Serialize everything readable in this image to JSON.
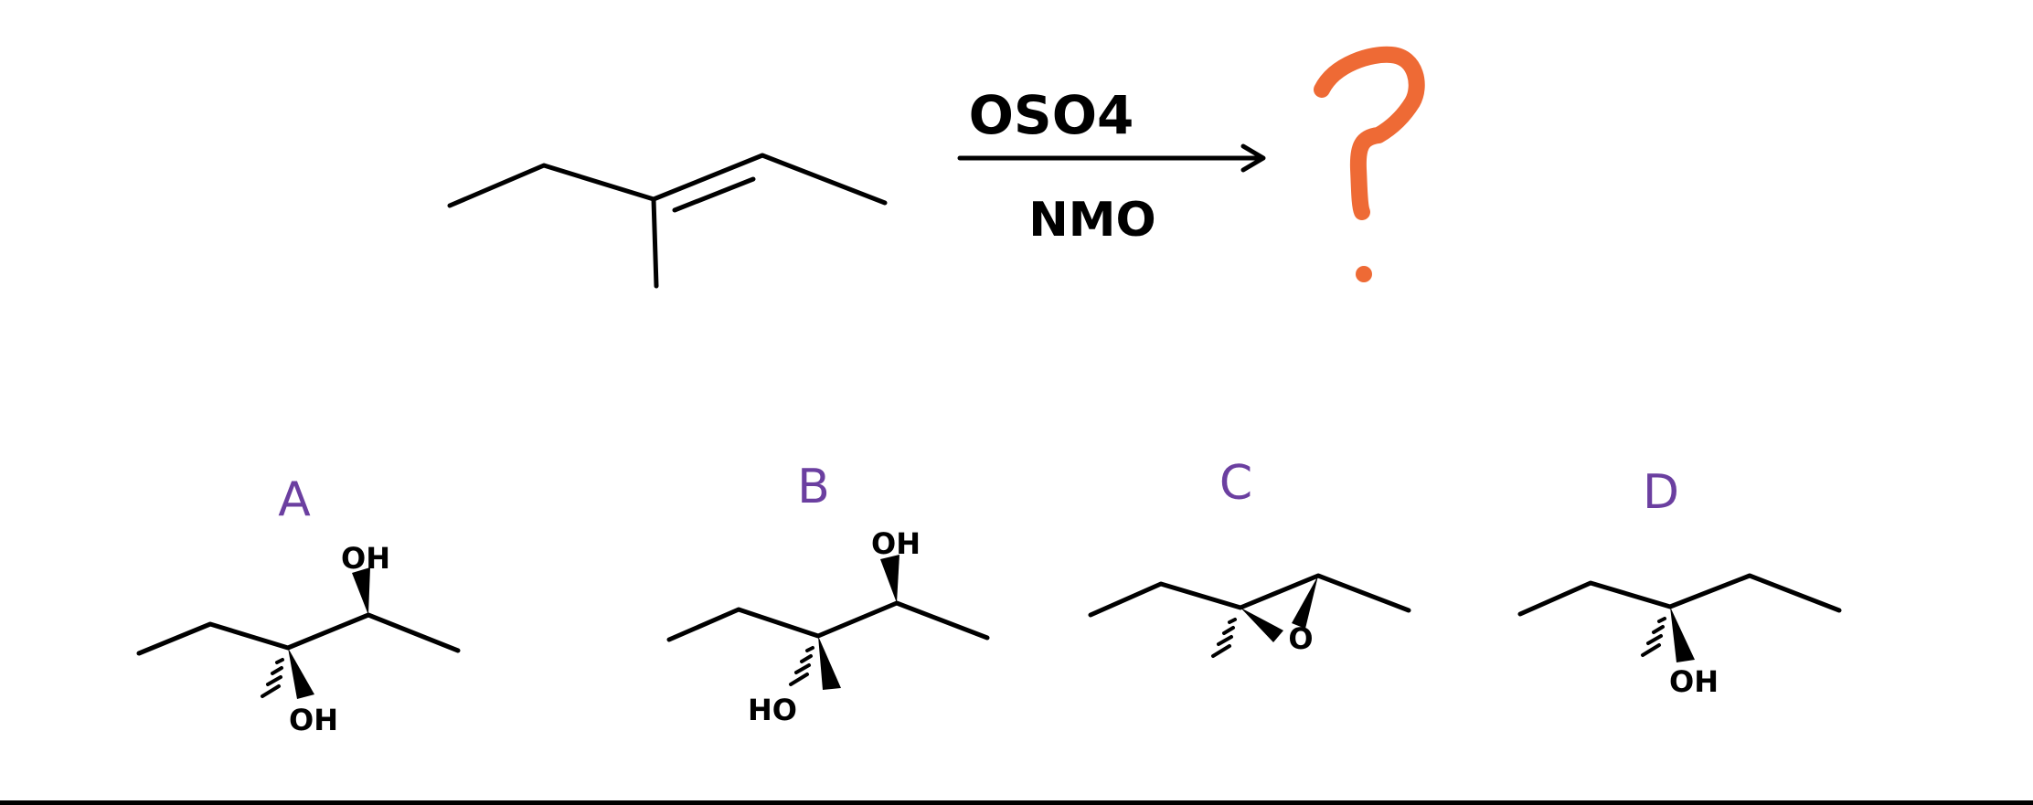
{
  "reaction": {
    "reagent_top": "OSO4",
    "reagent_bottom": "NMO",
    "product": "?"
  },
  "choices": [
    {
      "label": "A",
      "group_top": "OH",
      "group_bottom": "OH"
    },
    {
      "label": "B",
      "group_top": "OH",
      "group_bottom": "HO"
    },
    {
      "label": "C",
      "group_ring": "O"
    },
    {
      "label": "D",
      "group_bottom": "OH"
    }
  ],
  "colors": {
    "ink": "#000000",
    "question_mark": "#EE6A35",
    "choice_label": "#6B3FA0"
  }
}
